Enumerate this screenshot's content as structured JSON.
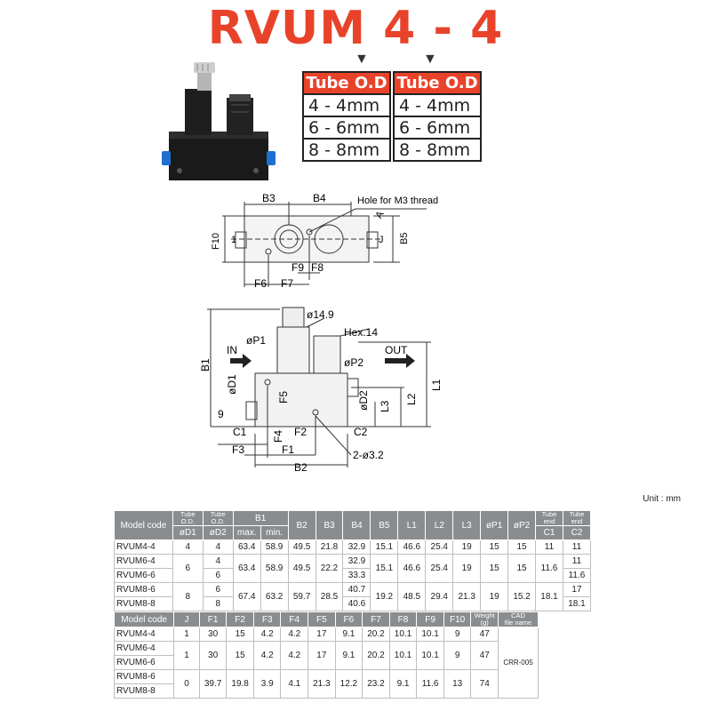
{
  "title": "RVUM 4 - 4",
  "selectors": [
    {
      "header": "Tube O.D",
      "options": [
        "4 - 4mm",
        "6 - 6mm",
        "8 - 8mm"
      ]
    },
    {
      "header": "Tube O.D",
      "options": [
        "4 - 4mm",
        "6 - 6mm",
        "8 - 8mm"
      ]
    }
  ],
  "top_view_labels": {
    "b3": "B3",
    "b4": "B4",
    "hole": "Hole for M3 thread",
    "a": "A",
    "f10": "F10",
    "one": "1",
    "j": "J",
    "b5": "B5",
    "f9": "F9",
    "f8": "F8",
    "f6": "F6",
    "f7": "F7"
  },
  "front_view_labels": {
    "d149": "ø14.9",
    "p1": "øP1",
    "hex": "Hex.14",
    "in": "IN",
    "out": "OUT",
    "p2": "øP2",
    "b1": "B1",
    "l1": "L1",
    "d1": "øD1",
    "f5": "F5",
    "d2": "øD2",
    "l2": "L2",
    "l3": "L3",
    "nine": "9",
    "c1": "C1",
    "f4": "F4",
    "f2": "F2",
    "c2": "C2",
    "f3": "F3",
    "f1": "F1",
    "hole2": "2-ø3.2",
    "b2": "B2"
  },
  "unit": "Unit : mm",
  "table1": {
    "headers": {
      "model": "Model code",
      "tube1": "Tube O.D.",
      "d1": "øD1",
      "tube2": "Tube O.D.",
      "d2": "øD2",
      "b1": "B1",
      "max": "max.",
      "min": "min.",
      "b2": "B2",
      "b3": "B3",
      "b4": "B4",
      "b5": "B5",
      "l1": "L1",
      "l2": "L2",
      "l3": "L3",
      "p1": "øP1",
      "p2": "øP2",
      "c1h": "Tube end",
      "c1": "C1",
      "c2h": "Tube end",
      "c2": "C2"
    },
    "rows": {
      "r1": {
        "code": "RVUM4-4",
        "d1": "4",
        "d2": "4",
        "bmax": "63.4",
        "bmin": "58.9",
        "b2": "49.5",
        "b3": "21.8",
        "b4": "32.9",
        "b5": "15.1",
        "l1": "46.6",
        "l2": "25.4",
        "l3": "19",
        "p1": "15",
        "p2": "15",
        "c1": "11",
        "c2": "11"
      },
      "r2": {
        "code": "RVUM6-4",
        "d2": "4",
        "b4": "32.9",
        "c2": "11"
      },
      "r3": {
        "code": "RVUM6-6",
        "d2": "6",
        "b4": "33.3",
        "c2": "11.6"
      },
      "g6": {
        "d1": "6",
        "bmax": "63.4",
        "bmin": "58.9",
        "b2": "49.5",
        "b3": "22.2",
        "b5": "15.1",
        "l1": "46.6",
        "l2": "25.4",
        "l3": "19",
        "p1": "15",
        "p2": "15",
        "c1": "11.6"
      },
      "r4": {
        "code": "RVUM8-6",
        "d2": "6",
        "b4": "40.7",
        "c2": "17"
      },
      "r5": {
        "code": "RVUM8-8",
        "d2": "8",
        "b4": "40.6",
        "c2": "18.1"
      },
      "g8": {
        "d1": "8",
        "bmax": "67.4",
        "bmin": "63.2",
        "b2": "59.7",
        "b3": "28.5",
        "b5": "19.2",
        "l1": "48.5",
        "l2": "29.4",
        "l3": "21.3",
        "p1": "19",
        "p2": "15.2",
        "c1": "18.1"
      }
    }
  },
  "table2": {
    "headers": {
      "model": "Model code",
      "j": "J",
      "f1": "F1",
      "f2": "F2",
      "f3": "F3",
      "f4": "F4",
      "f5": "F5",
      "f6": "F6",
      "f7": "F7",
      "f8": "F8",
      "f9": "F9",
      "f10": "F10",
      "weight": "Weight",
      "weight_u": "(g)",
      "cad": "CAD",
      "cad_sub": "file name"
    },
    "codes": [
      "RVUM4-4",
      "RVUM6-4",
      "RVUM6-6",
      "RVUM8-6",
      "RVUM8-8"
    ],
    "g1": [
      "1",
      "30",
      "15",
      "4.2",
      "4.2",
      "17",
      "9.1",
      "20.2",
      "10.1",
      "10.1",
      "9",
      "47"
    ],
    "g2": [
      "1",
      "30",
      "15",
      "4.2",
      "4.2",
      "17",
      "9.1",
      "20.2",
      "10.1",
      "10.1",
      "9",
      "47"
    ],
    "g3": [
      "0",
      "39.7",
      "19.8",
      "3.9",
      "4.1",
      "21.3",
      "12.2",
      "23.2",
      "9.1",
      "11.6",
      "13",
      "74"
    ],
    "cad": "CRR-005"
  }
}
